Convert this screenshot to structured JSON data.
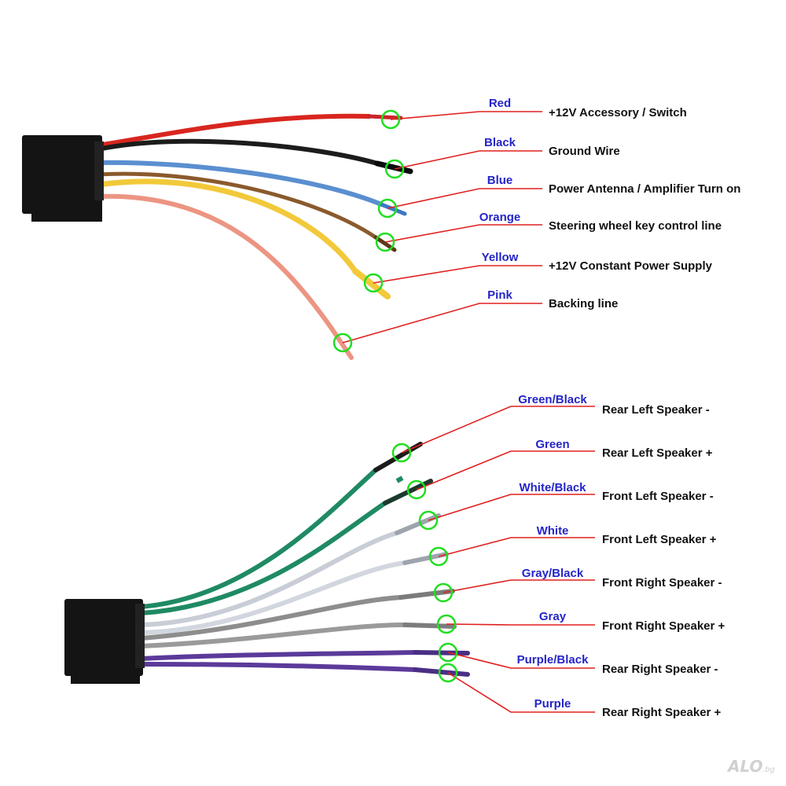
{
  "top_harness": {
    "wires": [
      {
        "color_name": "Red",
        "function": "+12V  Accessory / Switch",
        "stroke": "#d8261f"
      },
      {
        "color_name": "Black",
        "function": "Ground Wire",
        "stroke": "#1c1c1c"
      },
      {
        "color_name": "Blue",
        "function": "Power Antenna / Amplifier Turn on",
        "stroke": "#5a8fd0"
      },
      {
        "color_name": "Orange",
        "function": "Steering wheel key control line",
        "stroke": "#8a5a2c"
      },
      {
        "color_name": "Yellow",
        "function": "+12V Constant Power Supply",
        "stroke": "#f2c93a"
      },
      {
        "color_name": "Pink",
        "function": "Backing line",
        "stroke": "#ec9583"
      }
    ]
  },
  "bottom_harness": {
    "wires": [
      {
        "color_name": "Green/Black",
        "function": "Rear Left Speaker -",
        "stroke": "#1f8a63"
      },
      {
        "color_name": "Green",
        "function": "Rear Left Speaker +",
        "stroke": "#1f8a63"
      },
      {
        "color_name": "White/Black",
        "function": "Front Left Speaker -",
        "stroke": "#c8cdd6"
      },
      {
        "color_name": "White",
        "function": "Front Left Speaker +",
        "stroke": "#d2d6de"
      },
      {
        "color_name": "Gray/Black",
        "function": "Front Right Speaker -",
        "stroke": "#8d8d8d"
      },
      {
        "color_name": "Gray",
        "function": "Front Right Speaker +",
        "stroke": "#9a9a9a"
      },
      {
        "color_name": "Purple/Black",
        "function": "Rear Right Speaker -",
        "stroke": "#5b3a9a"
      },
      {
        "color_name": "Purple",
        "function": "Rear Right Speaker +",
        "stroke": "#5b3a9a"
      }
    ]
  },
  "watermark": {
    "text": "ALO",
    "suffix": ".bg"
  }
}
